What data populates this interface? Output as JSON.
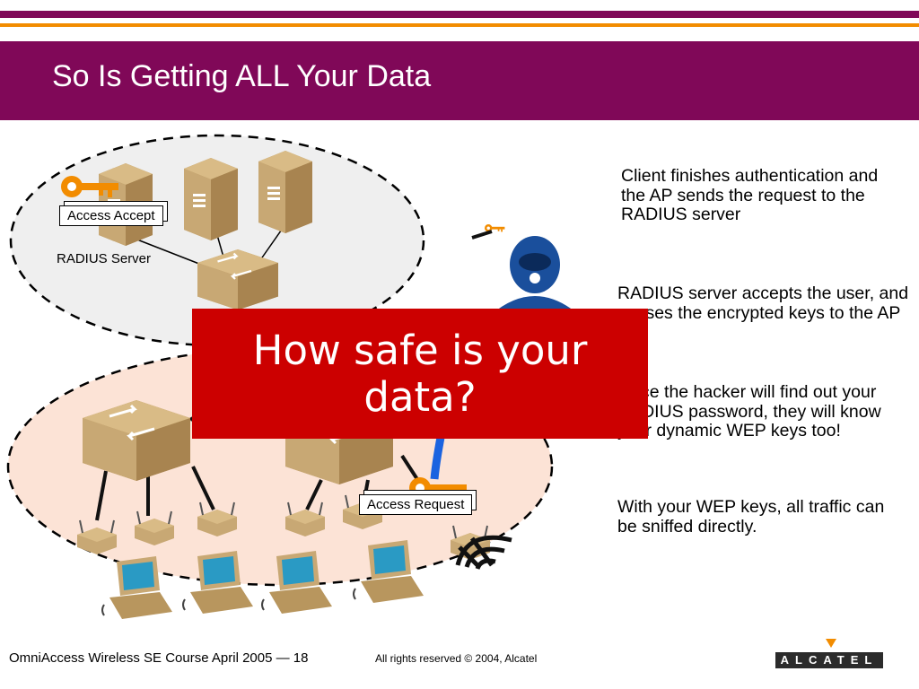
{
  "slide": {
    "title": "So Is Getting ALL Your Data"
  },
  "labels": {
    "access_accept": "Access Accept",
    "radius_server": "RADIUS Server",
    "access_request": "Access Request"
  },
  "notes": [
    "Client finishes authentication and the AP sends the request to the RADIUS server",
    "RADIUS server accepts the user, and passes the encrypted keys to the AP",
    "Once the hacker will find out your RADIUS password, they will know your dynamic WEP keys too!",
    "With your WEP keys, all traffic can be sniffed directly."
  ],
  "callout": {
    "line1": "How safe is your",
    "line2": "data?"
  },
  "footer": {
    "course": "OmniAccess Wireless SE Course April 2005 — 18",
    "rights": "All rights reserved © 2004, Alcatel",
    "logo_text": "ALCATEL"
  },
  "colors": {
    "brand_purple": "#800858",
    "accent_orange": "#f28c00",
    "callout_red": "#cc0000",
    "device_tan": "#c8a874"
  },
  "icons": [
    "key-icon",
    "server-icon",
    "switch-icon",
    "access-point-icon",
    "laptop-icon",
    "hacker-icon",
    "wireless-waves-icon"
  ]
}
